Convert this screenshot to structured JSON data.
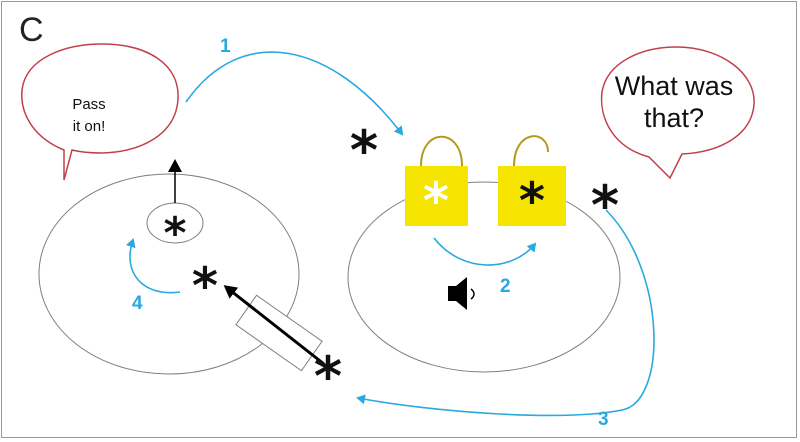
{
  "panel": {
    "label": "C"
  },
  "bubbles": {
    "sender_line1": "Pass",
    "sender_line2": "it on!",
    "receiver_line1": "What was",
    "receiver_line2": "that?"
  },
  "steps": [
    "1",
    "2",
    "3",
    "4"
  ],
  "icons": {
    "signal": "asterisk-icon",
    "sound": "speaker-icon"
  },
  "colors": {
    "bubble_outline": "#c0404a",
    "flow_arrow": "#29a9e0",
    "receptor_fill": "#f5e400",
    "receptor_handle": "#b39a1e",
    "cell_outline": "#7f7f7f"
  }
}
